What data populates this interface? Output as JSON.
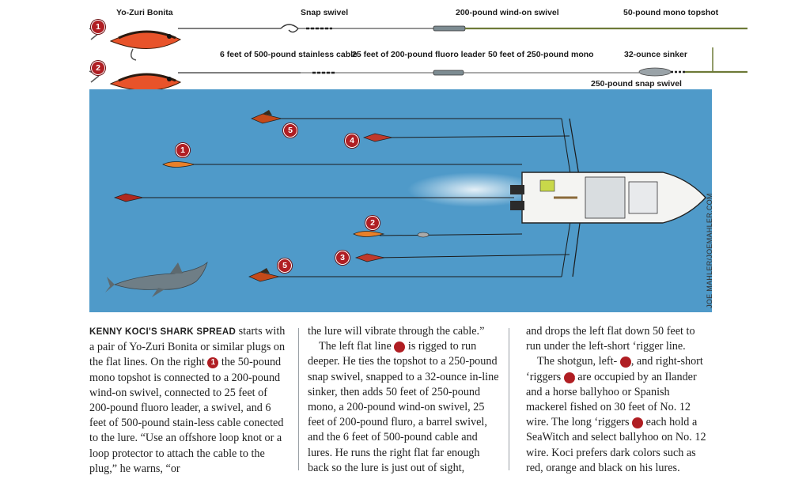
{
  "rig_labels": {
    "yozuri": "Yo-Zuri Bonita",
    "snap_swivel": "Snap swivel",
    "windon_swivel": "200-pound wind-on swivel",
    "mono_topshot": "50-pound mono topshot",
    "stainless_cable": "6 feet of 500-pound stainless cable",
    "fluoro_leader": "25 feet of 200-pound fluoro leader",
    "mono_250": "50 feet of 250-pound mono",
    "sinker": "32-ounce sinker",
    "snap_swivel_250": "250-pound snap swivel"
  },
  "badges": {
    "one": "1",
    "two": "2",
    "three": "3",
    "four": "4",
    "five": "5"
  },
  "credit": "JOE MAHLER/JOEMAHLER.COM",
  "article": {
    "col1": {
      "lead": "KENNY KOCI'S SHARK SPREAD",
      "t1": " starts with a pair of Yo-Zuri Bonita or similar plugs on the flat lines. On the right ",
      "t2": " the 50-pound mono topshot is connected to a 200-pound wind-on swivel, connected to 25 feet of 200-pound fluoro leader, a swivel, and 6 feet of 500-pound stain-less cable conected to the lure. “Use an offshore loop knot or a loop protector to attach the cable to the plug,” he warns, “or"
    },
    "col2": {
      "p1": "the lure will vibrate through the cable.”",
      "p2a": "The left flat line ",
      "p2b": " is rigged to run deeper. He ties the topshot to a 250-pound snap swivel, snapped to a 32-ounce in-line sinker, then adds 50 feet of 250-pound mono, a 200-pound wind-on swivel, 25 feet of 200-pound fluro, a barrel swivel, and the 6 feet of 500-pound cable and lures. He runs the right flat far enough back so the lure is just out of sight,"
    },
    "col3": {
      "p1": "and drops the left flat down 50 feet to run under the left-short ‘rigger line.",
      "p2a": "The shotgun, left- ",
      "p2b": ", and right-short ‘riggers ",
      "p2c": " are occupied by an Ilander and a horse ballyhoo or Spanish mackerel fished on 30 feet of No. 12 wire. The long ‘riggers ",
      "p2d": " each hold a SeaWitch and select ballyhoo on No. 12 wire. Koci prefers dark colors such as red, orange and black on his lures."
    }
  },
  "colors": {
    "water": "#4f9ac9",
    "badge": "#b01e23",
    "mono_green": "#6e7a38"
  }
}
